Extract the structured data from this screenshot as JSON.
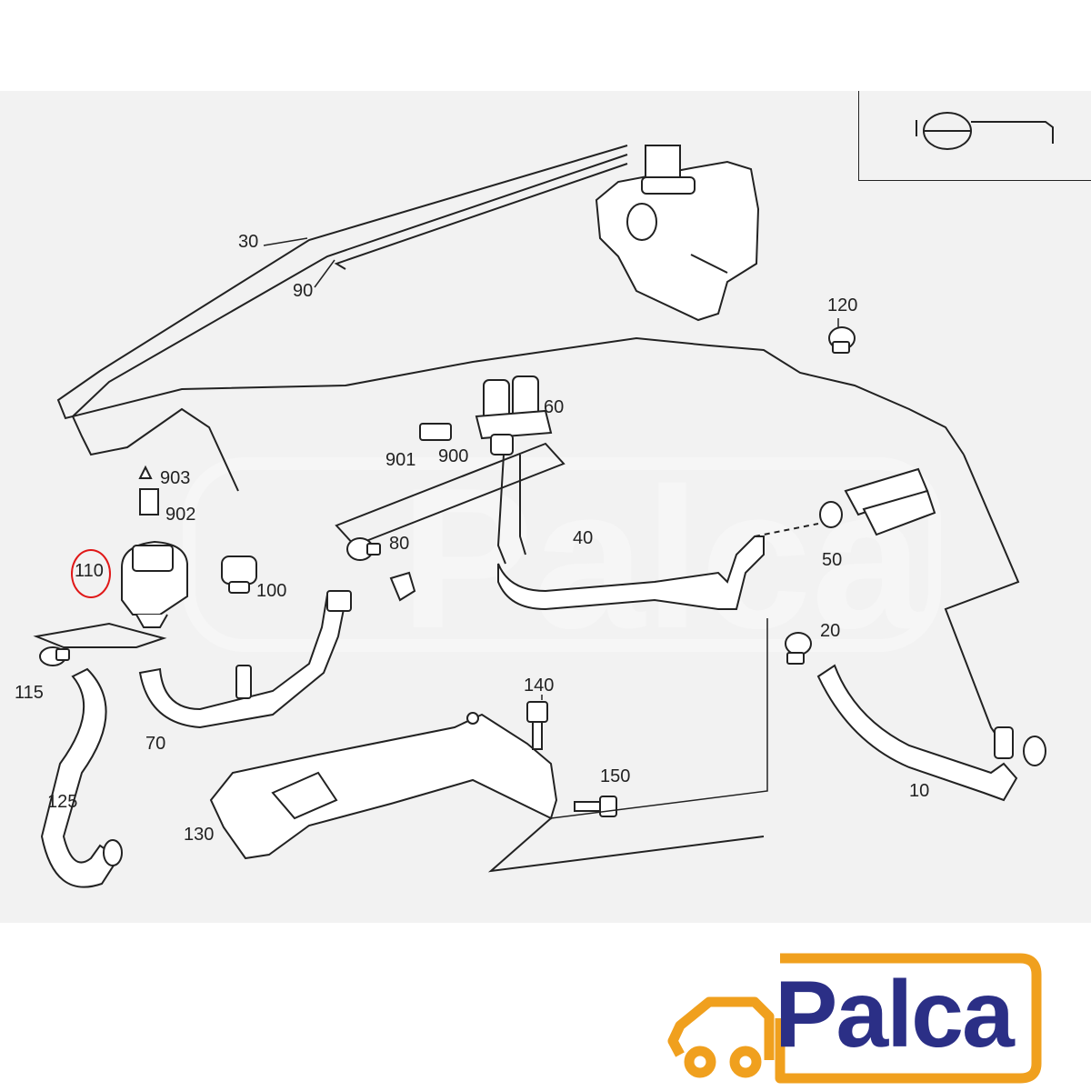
{
  "callouts": {
    "c10": "10",
    "c20": "20",
    "c30": "30",
    "c40": "40",
    "c50": "50",
    "c60": "60",
    "c70": "70",
    "c80": "80",
    "c90": "90",
    "c100": "100",
    "c110": "110",
    "c115": "115",
    "c120": "120",
    "c125": "125",
    "c130": "130",
    "c140": "140",
    "c150": "150",
    "c900": "900",
    "c901": "901",
    "c902": "902",
    "c903": "903"
  },
  "highlight": {
    "part": "110",
    "color": "#e01818"
  },
  "logo": {
    "text": "Palca",
    "text_color": "#2b2f86",
    "car_color": "#f0a01e"
  },
  "watermark": {
    "text": "Palca"
  }
}
